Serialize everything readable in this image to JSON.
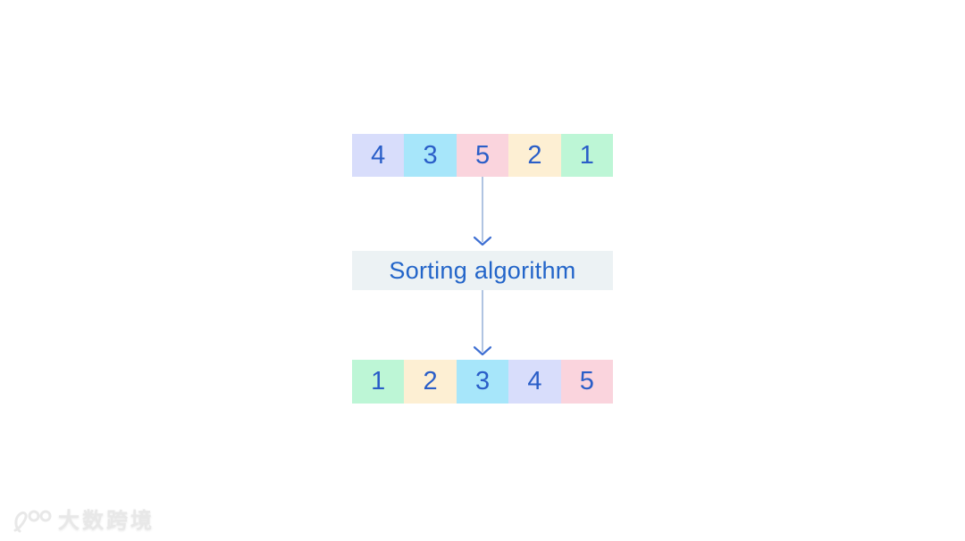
{
  "diagram": {
    "input_row": {
      "cells": [
        {
          "value": "4",
          "color": "#d8ddfb"
        },
        {
          "value": "3",
          "color": "#a7e6fa"
        },
        {
          "value": "5",
          "color": "#fad4dd"
        },
        {
          "value": "2",
          "color": "#fdefd3"
        },
        {
          "value": "1",
          "color": "#bdf6d6"
        }
      ]
    },
    "process_box": {
      "label": "Sorting algorithm"
    },
    "output_row": {
      "cells": [
        {
          "value": "1",
          "color": "#bdf6d6"
        },
        {
          "value": "2",
          "color": "#fdefd3"
        },
        {
          "value": "3",
          "color": "#a7e6fa"
        },
        {
          "value": "4",
          "color": "#d8ddfb"
        },
        {
          "value": "5",
          "color": "#fad4dd"
        }
      ]
    }
  },
  "watermark": {
    "logo": "100",
    "text": "大数跨境"
  },
  "colors": {
    "number-text": "#2a5ec8",
    "box-text": "#2365c9",
    "box-bg": "#ecf2f4",
    "arrow-shaft": "#9db6da",
    "arrow-head": "#3f70d3",
    "watermark": "#e8e8e8"
  }
}
